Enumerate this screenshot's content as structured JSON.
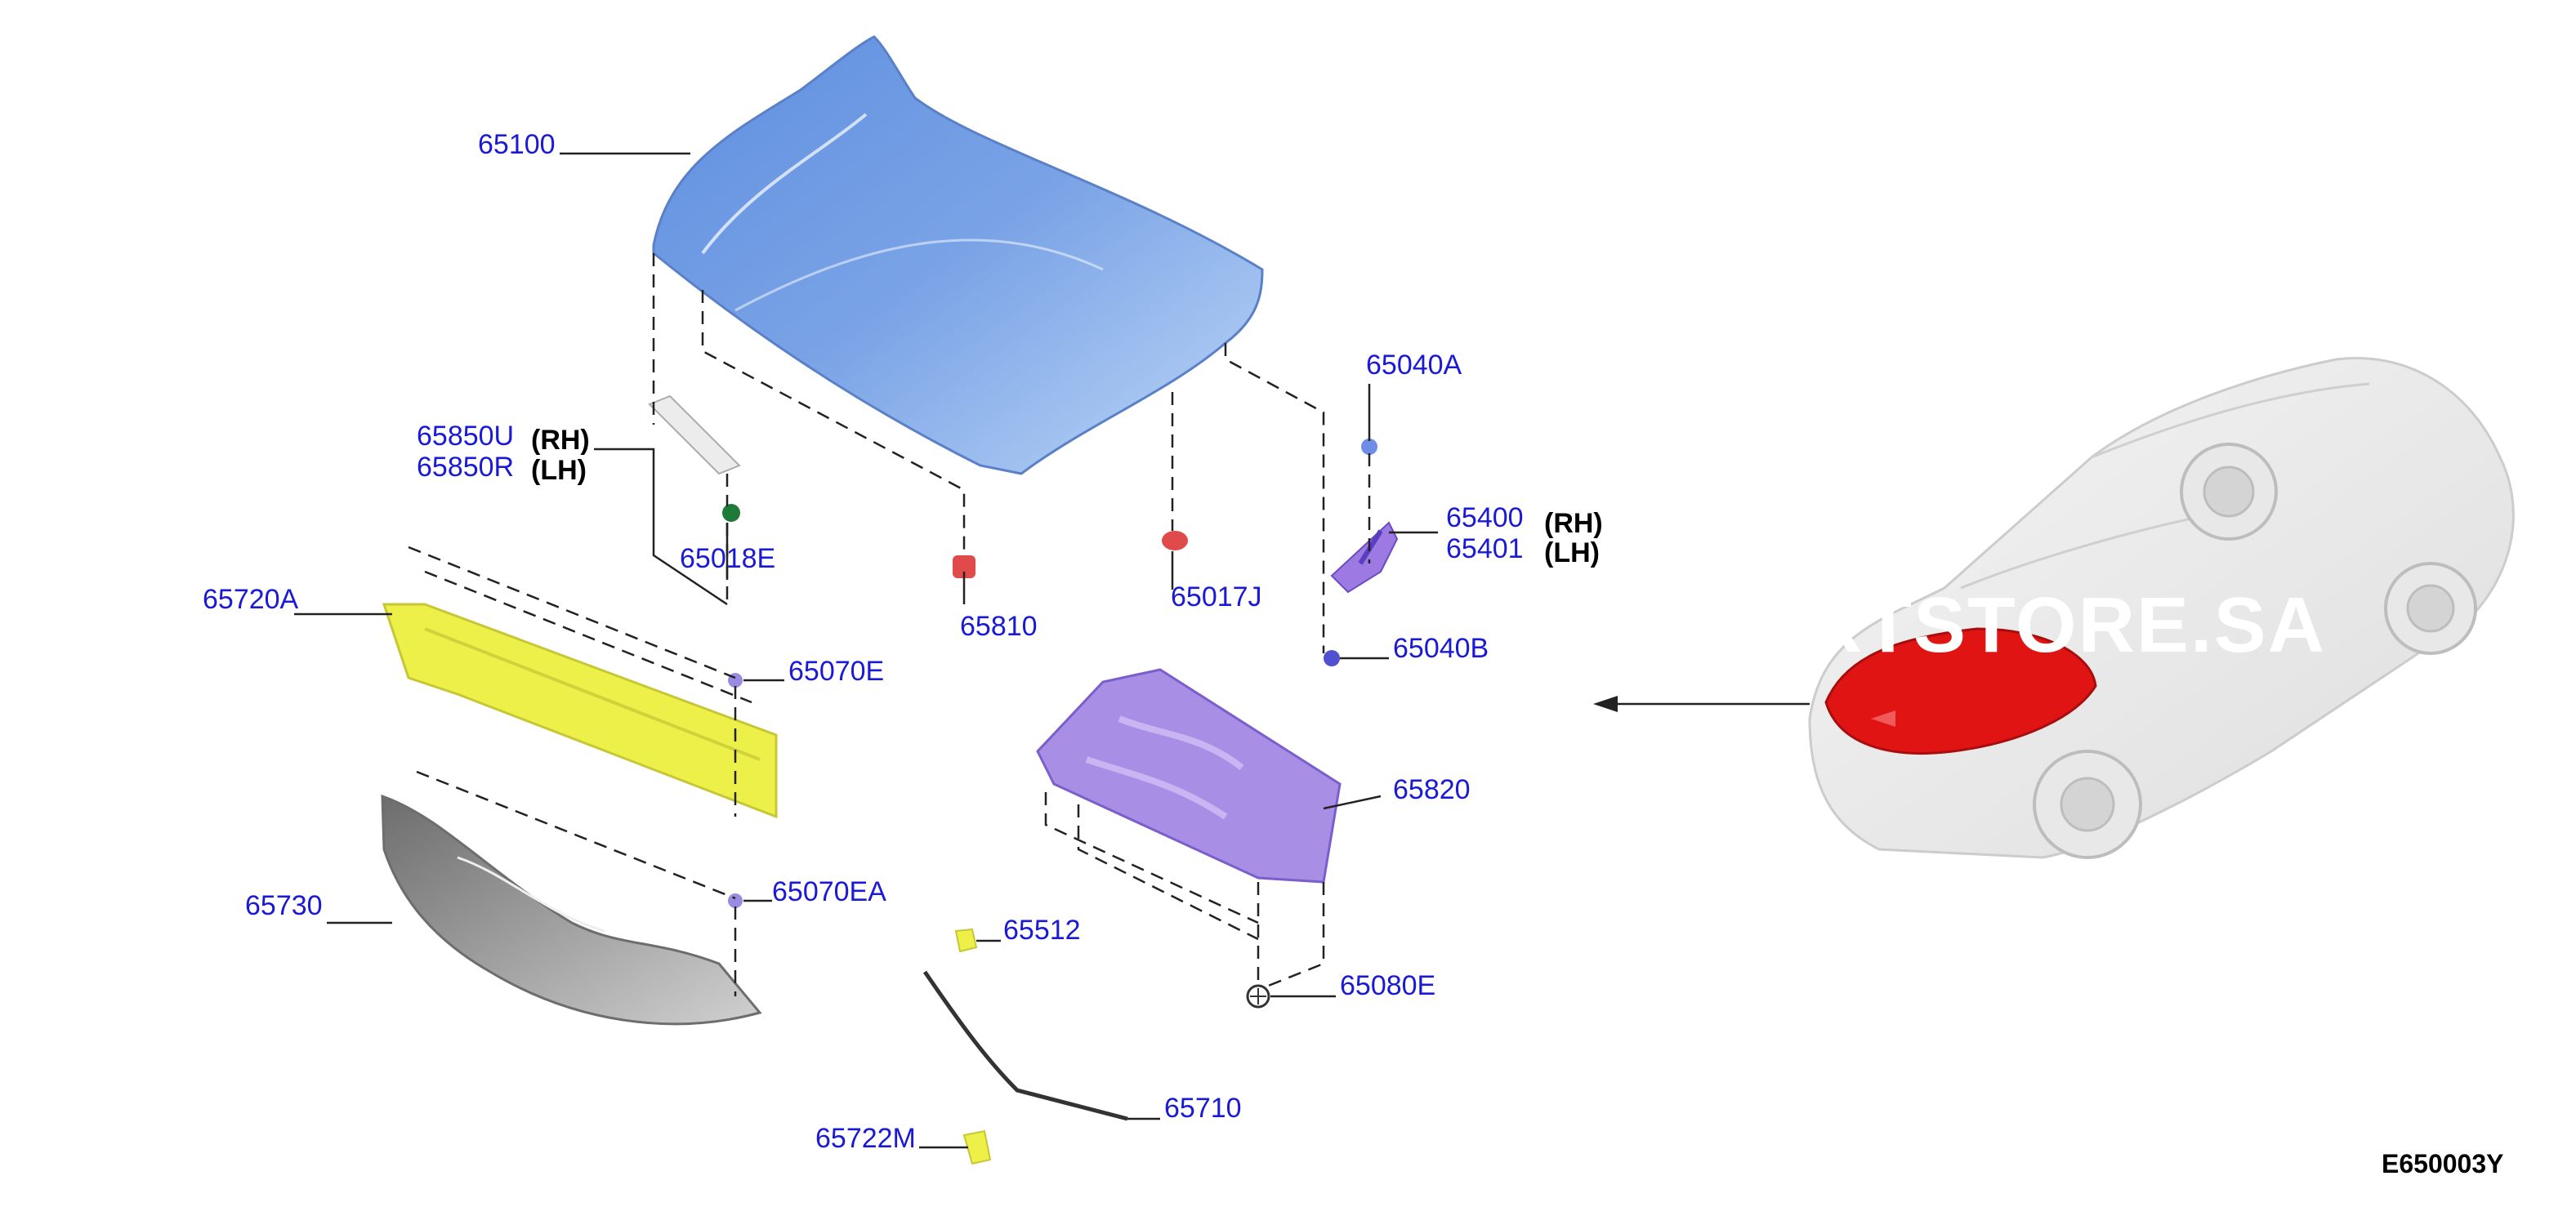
{
  "diagram_code": "E650003Y",
  "watermark": "RTSTORE.SA",
  "colors": {
    "label": "#1a1ad6",
    "hood": "#7aa3e6",
    "seal": "#eef04a",
    "grille": "#9a9a9a",
    "insulator": "#a98ee6",
    "highlight": "#e11414"
  },
  "parts": {
    "hood": "65100",
    "seal_rh": "65850U",
    "seal_lh": "65850R",
    "side_rh": "(RH)",
    "side_lh": "(LH)",
    "clip_hood_seal": "65018E",
    "bumper_front": "65810",
    "bumper_rear": "65017J",
    "stay_top": "65040A",
    "hinge_rh": "65400",
    "hinge_lh": "65401",
    "hinge_side_rh": "(RH)",
    "hinge_side_lh": "(LH)",
    "stay_bottom": "65040B",
    "cowl_left": "65720A",
    "clip_upper": "65070E",
    "insulator": "65820",
    "clip_lower": "65070EA",
    "grille": "65730",
    "rod_clip": "65512",
    "grommet": "65080E",
    "rod": "65710",
    "rod_holder": "65722M"
  },
  "icons": {
    "arrow": "left-arrow-icon",
    "car": "vehicle-overview-icon"
  }
}
